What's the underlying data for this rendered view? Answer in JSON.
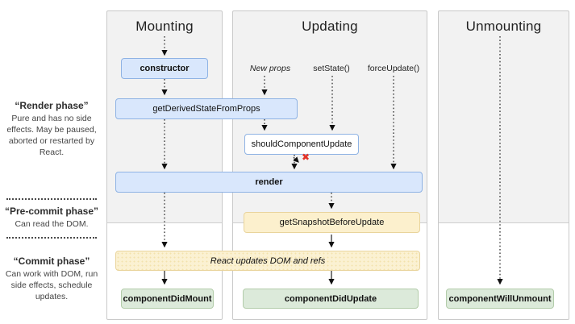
{
  "columns": {
    "mounting": {
      "title": "Mounting"
    },
    "updating": {
      "title": "Updating"
    },
    "unmounting": {
      "title": "Unmounting"
    }
  },
  "triggers": {
    "new_props": "New props",
    "set_state": "setState()",
    "force_update": "forceUpdate()"
  },
  "methods": {
    "constructor": "constructor",
    "get_derived_state_from_props": "getDerivedStateFromProps",
    "should_component_update": "shouldComponentUpdate",
    "render": "render",
    "get_snapshot_before_update": "getSnapshotBeforeUpdate",
    "react_updates_dom": "React updates DOM and refs",
    "component_did_mount": "componentDidMount",
    "component_did_update": "componentDidUpdate",
    "component_will_unmount": "componentWillUnmount"
  },
  "phases": {
    "render": {
      "title": "“Render phase”",
      "description": "Pure and has no side effects. May be paused, aborted or restarted by React."
    },
    "pre_commit": {
      "title": "“Pre-commit phase”",
      "description": "Can read the DOM."
    },
    "commit": {
      "title": "“Commit phase”",
      "description": "Can work with DOM, run side effects, schedule updates."
    }
  },
  "icons": {
    "skip_render_x": "✖"
  },
  "colors": {
    "column_bg": "#f2f2f2",
    "blue_fill": "#d9e7fc",
    "blue_border": "#8fb3e4",
    "yellow_fill": "#fcf0cd",
    "yellow_border": "#e9d49c",
    "green_fill": "#dceada",
    "green_border": "#b3ccaa",
    "error_red": "#e43327"
  }
}
